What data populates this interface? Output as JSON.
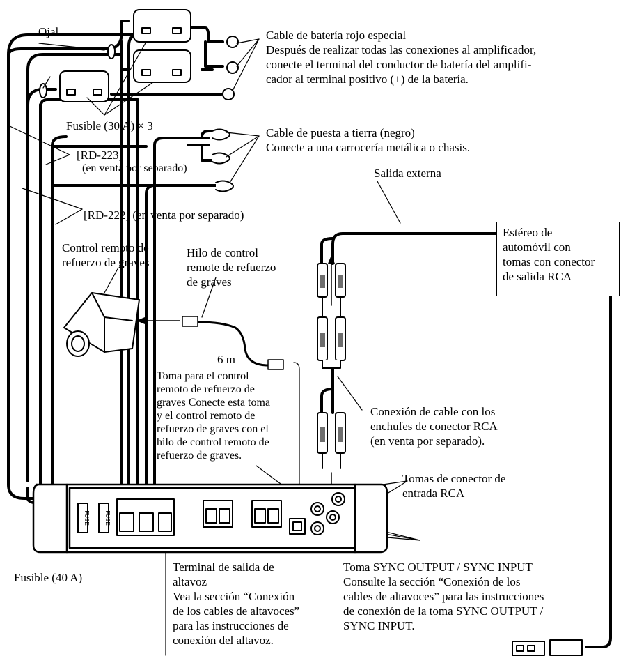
{
  "labels": {
    "ojal": "Ojal",
    "battery_cable": "Cable de batería rojo especial",
    "battery_note_1": "Después de realizar todas las conexiones al amplificador,",
    "battery_note_2": "conecte el terminal del conductor de batería del amplifi-",
    "battery_note_3": "cador al terminal positivo (+) de la batería.",
    "fuse_30": "Fusible (30 A) × 3",
    "ground_cable": "Cable de puesta a tierra (negro)",
    "ground_note": "Conecte a una carrocería metálica o chasis.",
    "rd223": "[RD-223]",
    "rd223_note": "(en venta por separado)",
    "salida_externa": "Salida externa",
    "rd222": "[RD-222] (en venta por separado)",
    "stereo_1": "Estéreo de",
    "stereo_2": "automóvil con",
    "stereo_3": "tomas con conector",
    "stereo_4": "de salida RCA",
    "remote_1": "Control remoto de",
    "remote_2": "refuerzo de graves",
    "wire_1": "Hilo de control",
    "wire_2": "remote de refuerzo",
    "wire_3": "de graves",
    "length": "6 m",
    "jack_1": "Toma para el control",
    "jack_2": "remoto de refuerzo de",
    "jack_3": "graves Conecte esta toma",
    "jack_4": "y el control remoto de",
    "jack_5": "refuerzo de graves con el",
    "jack_6": "hilo de control remoto de",
    "jack_7": "refuerzo de graves.",
    "rca_cable_1": "Conexión de cable con los",
    "rca_cable_2": "enchufes de conector RCA",
    "rca_cable_3": "(en venta por separado).",
    "rca_input_1": "Tomas de conector de",
    "rca_input_2": "entrada RCA",
    "fuse_40": "Fusible (40 A)",
    "speaker_1": "Terminal de salida de",
    "speaker_2": "altavoz",
    "speaker_3": "Vea la sección “Conexión",
    "speaker_4": "de los cables de altavoces”",
    "speaker_5": "para las instrucciones de",
    "speaker_6": "conexión del altavoz.",
    "sync_1": "Toma SYNC OUTPUT / SYNC INPUT",
    "sync_2": "Consulte la sección “Conexión de los",
    "sync_3": "cables de altavoces” para las instrucciones",
    "sync_4": "de conexión de la toma SYNC OUTPUT /",
    "sync_5": "SYNC INPUT.",
    "fuse_text": "FUSE"
  }
}
